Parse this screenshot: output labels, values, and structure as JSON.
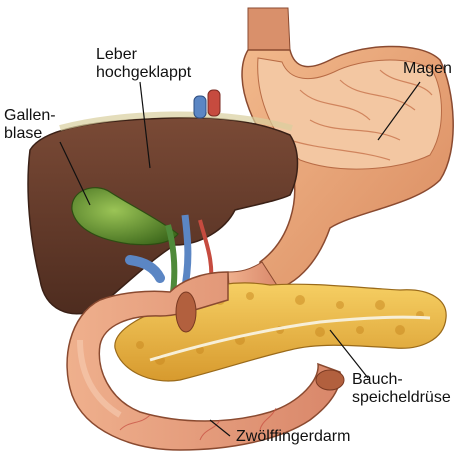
{
  "labels": {
    "leber": [
      "Leber",
      "hochgeklappt"
    ],
    "galle": [
      "Gallen-",
      "blase"
    ],
    "magen": "Magen",
    "bauch": [
      "Bauch-",
      "speicheldrüse"
    ],
    "zwoelf": "Zwölffingerdarm"
  },
  "colors": {
    "liver": "#6b3f2e",
    "gallbladder": "#5f8a2a",
    "stomach": "#e8a777",
    "stomach_inner": "#f0c59e",
    "pancreas": "#e9b64a",
    "duodenum": "#e7a07b",
    "vein": "#5b86c4",
    "artery": "#c64b3f",
    "bile_duct": "#4f8a3a"
  }
}
